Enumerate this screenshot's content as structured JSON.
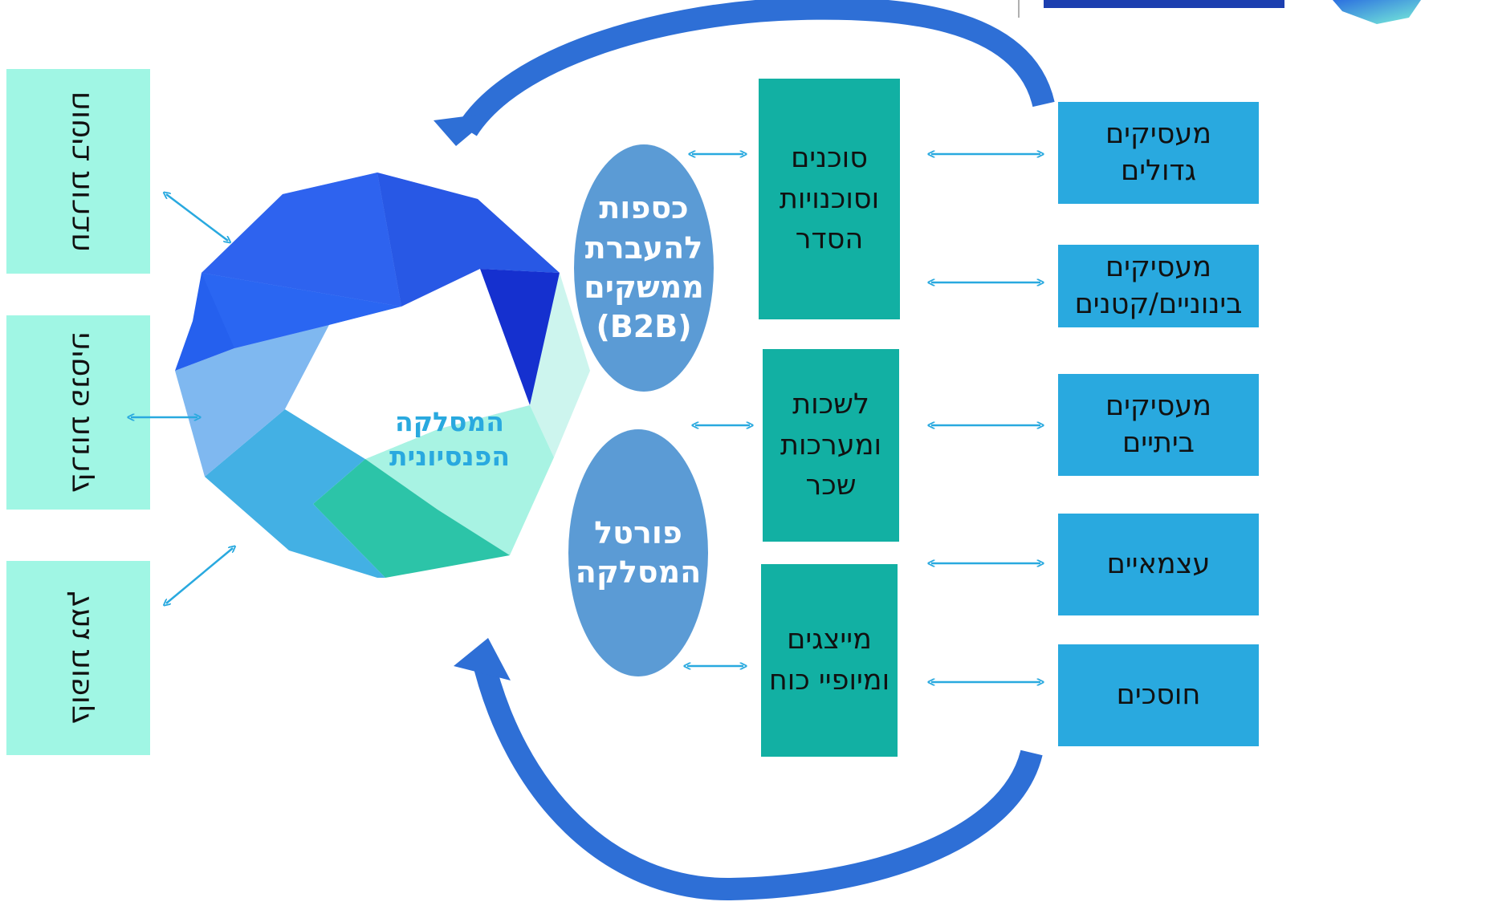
{
  "center_label": [
    "המסלקה",
    "הפנסיונית"
  ],
  "employers": [
    [
      "מעסיקים",
      "גדולים"
    ],
    [
      "מעסיקים",
      "בינוניים/קטנים"
    ],
    [
      "מעסיקים",
      "ביתיים"
    ],
    [
      "עצמאיים"
    ],
    [
      "חוסכים"
    ]
  ],
  "agents": [
    [
      "סוכנים",
      "וסוכנויות",
      "הסדר"
    ],
    [
      "לשכות",
      "ומערכות",
      "שכר"
    ],
    [
      "מייצגים",
      "ומיופיי כוח"
    ]
  ],
  "channels": [
    [
      "כספות",
      "להעברת",
      "ממשקים",
      "(B2B)"
    ],
    [
      "פורטל",
      "המסלקה"
    ]
  ],
  "companies": [
    "חברות ביטוח",
    "קרנות פנסיה",
    "קופות גמל"
  ],
  "colors": {
    "employer_box": "#29a9df",
    "agent_box": "#12b0a3",
    "channel_ellipse": "#5b9bd5",
    "company_box": "#a0f6e4",
    "connector_arrow": "#29a9df",
    "flow_arrow": "#2e6fd6"
  }
}
